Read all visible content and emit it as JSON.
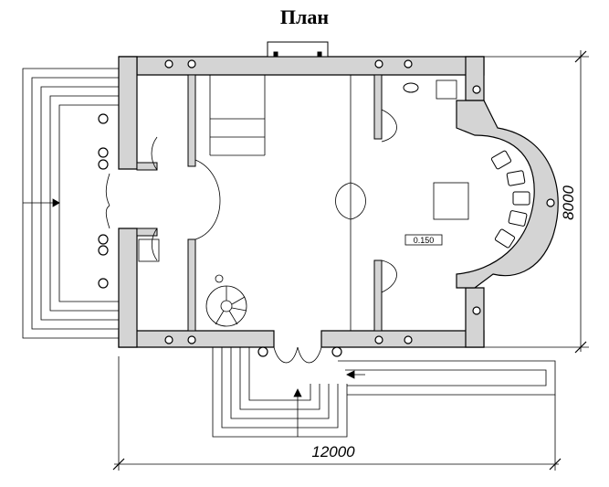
{
  "plan": {
    "title": "План",
    "width_dimension": "12000",
    "depth_dimension": "8000",
    "floor_level": "0.150"
  }
}
